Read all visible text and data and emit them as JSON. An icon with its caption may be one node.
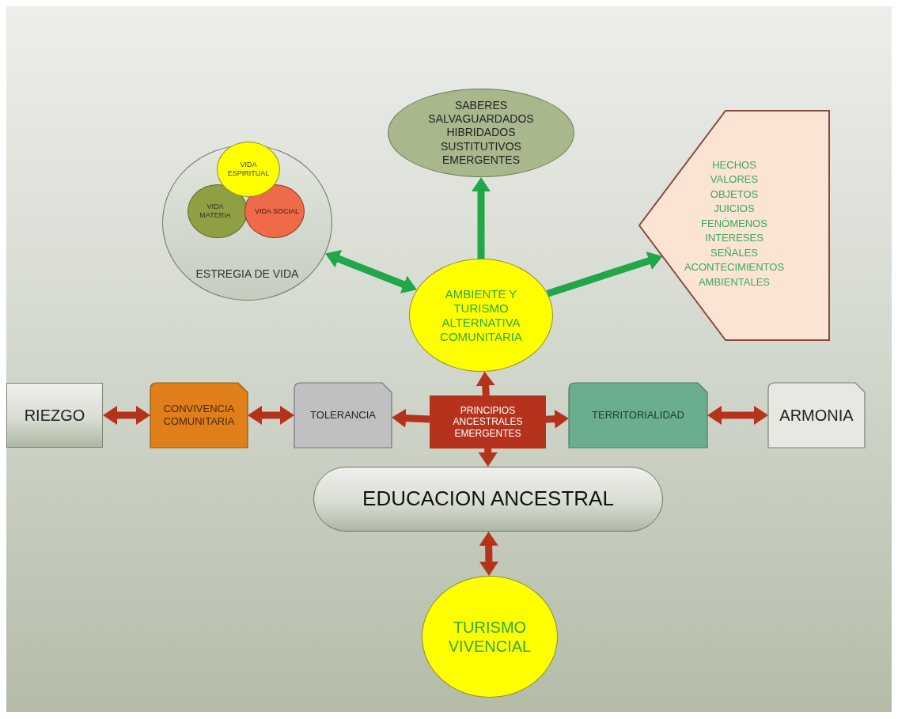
{
  "diagram": {
    "nodes": [
      {
        "text": [
          "ESTREGIA DE VIDA"
        ]
      },
      {
        "text": [
          "VIDA ESPIRITUAL"
        ],
        "in": 0
      },
      {
        "text": [
          "VIDA MATERIA"
        ],
        "in": 0
      },
      {
        "text": [
          "VIDA SOCIAL"
        ],
        "in": 0
      },
      {
        "text": [
          "SABERES SALVAGUARDADOS HIBRIDADOS SUSTITUTIVOS EMERGENTES"
        ]
      },
      {
        "text": [
          "AMBIENTE Y TURISMO ALTERNATIVA COMUNITARIA"
        ]
      },
      {
        "text": [
          "HECHOS",
          "VALORES",
          "OBJETOS",
          "JUICIOS",
          "FENÓMENOS",
          "INTERESES",
          "SEÑALES",
          "ACONTECIMIENTOS AMBIENTALES"
        ]
      },
      {
        "text": [
          "RIEZGO"
        ]
      },
      {
        "text": [
          "CONVIVENCIA COMUNITARIA"
        ]
      },
      {
        "text": [
          "TOLERANCIA"
        ]
      },
      {
        "text": [
          "PRINCIPIOS ANCESTRALES EMERGENTES"
        ]
      },
      {
        "text": [
          "TERRITORIALIDAD"
        ]
      },
      {
        "text": [
          "ARMONIA"
        ]
      },
      {
        "text": [
          "EDUCACION ANCESTRAL"
        ]
      },
      {
        "text": [
          "TURISMO VIVENCIAL"
        ]
      }
    ],
    "edges": [
      {
        "from": 0,
        "to": 5,
        "arrow": "both",
        "color": "#22a64a"
      },
      {
        "from": 5,
        "to": 4,
        "arrow": "to",
        "color": "#22a64a"
      },
      {
        "from": 5,
        "to": 6,
        "arrow": "to",
        "color": "#22a64a"
      },
      {
        "from": 7,
        "to": 8,
        "arrow": "both"
      },
      {
        "from": 8,
        "to": 9,
        "arrow": "both"
      },
      {
        "from": 10,
        "to": 5,
        "arrow": "to"
      },
      {
        "from": 10,
        "to": 9,
        "arrow": "to"
      },
      {
        "from": 10,
        "to": 11,
        "arrow": "to"
      },
      {
        "from": 10,
        "to": 13,
        "arrow": "to"
      },
      {
        "from": 11,
        "to": 12,
        "arrow": "both"
      },
      {
        "from": 13,
        "to": 14,
        "arrow": "both"
      }
    ]
  }
}
